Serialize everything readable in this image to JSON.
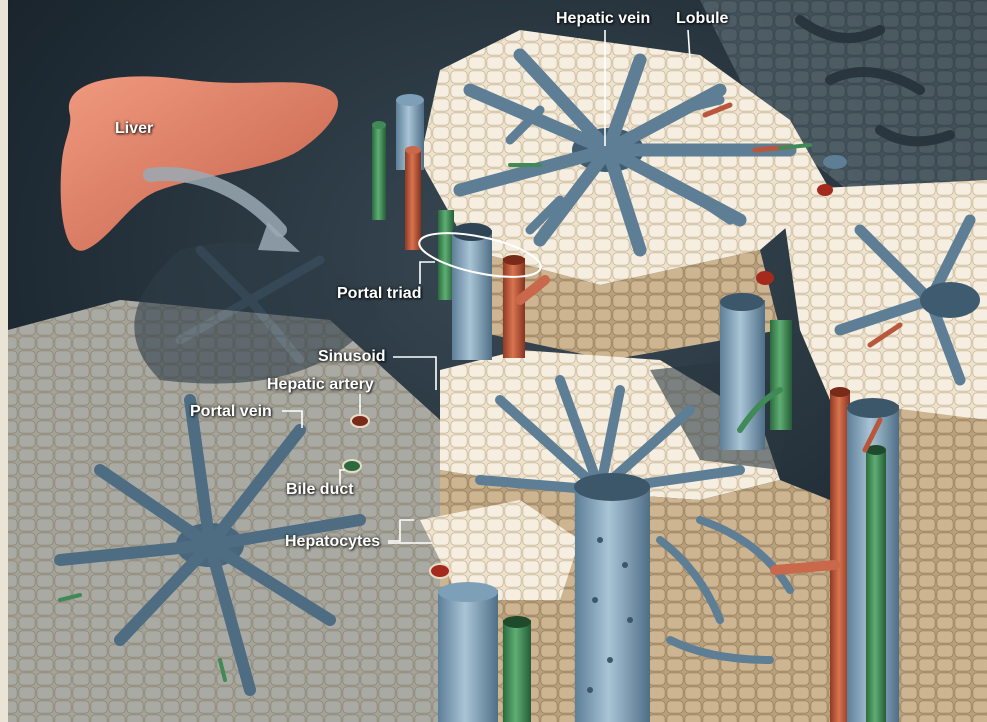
{
  "labels": {
    "liver": "Liver",
    "hepatic_vein": "Hepatic vein",
    "lobule": "Lobule",
    "portal_triad": "Portal triad",
    "sinusoid": "Sinusoid",
    "hepatic_artery": "Hepatic artery",
    "portal_vein": "Portal vein",
    "bile_duct": "Bile duct",
    "hepatocytes": "Hepatocytes"
  },
  "colors": {
    "background_dark": "#1e2a33",
    "tissue": "#e8dcc6",
    "vein_blue": "#7d9fb8",
    "artery_red": "#b9573c",
    "bile_green": "#3f8a56",
    "liver_salmon": "#d9775e",
    "label_text": "#ffffff"
  }
}
